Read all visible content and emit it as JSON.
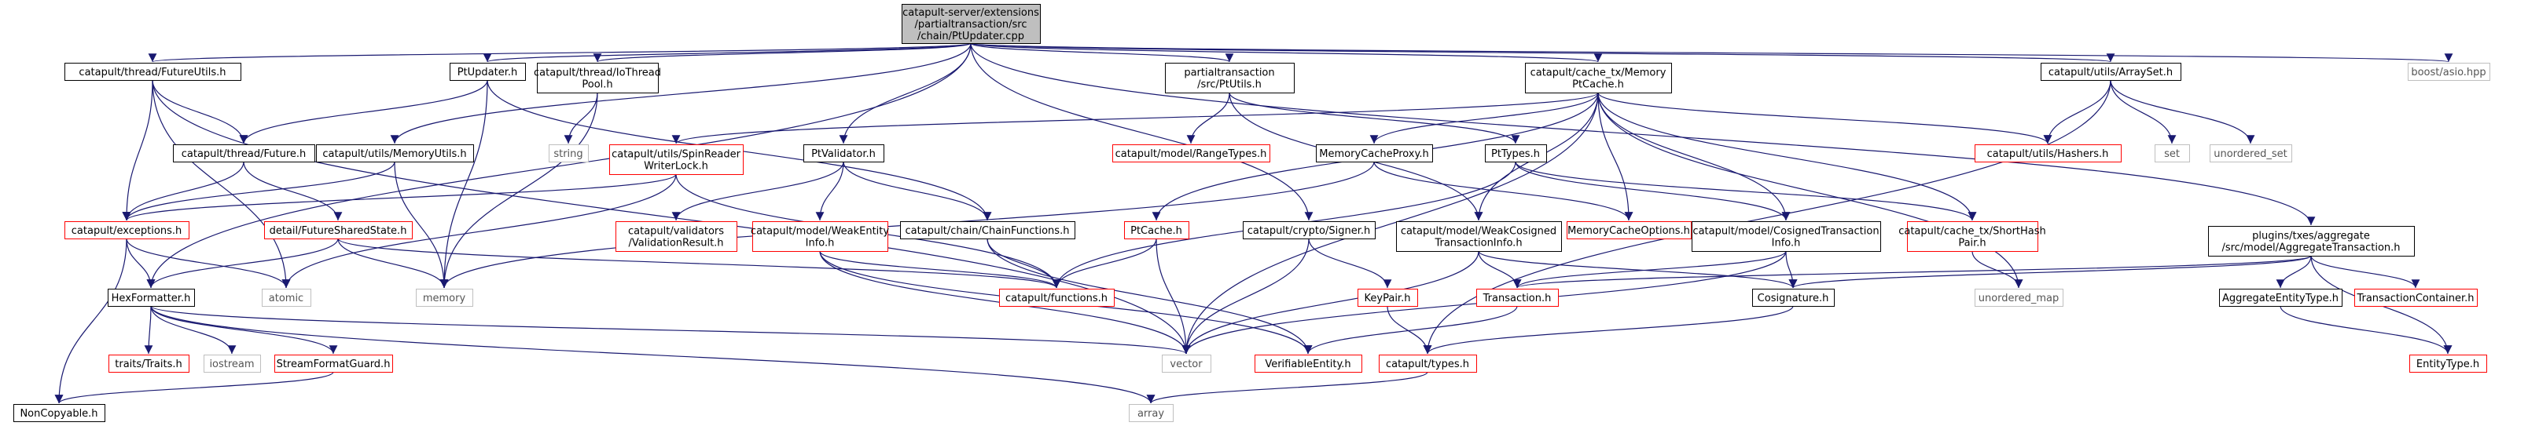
{
  "diagram": {
    "colors": {
      "root_fill": "#bfbfbf",
      "node_border_black": "#000000",
      "node_border_red": "#ff0000",
      "node_border_gray": "#bfbfbf",
      "edge": "#191970"
    },
    "nodes": [
      {
        "id": "root",
        "lines": [
          "catapult-server/extensions",
          "/partialtransaction/src",
          "/chain/PtUpdater.cpp"
        ],
        "style": "root"
      },
      {
        "id": "futureutils",
        "lines": [
          "catapult/thread/FutureUtils.h"
        ],
        "style": "black"
      },
      {
        "id": "ptupdater_h",
        "lines": [
          "PtUpdater.h"
        ],
        "style": "black"
      },
      {
        "id": "iothreadpool",
        "lines": [
          "catapult/thread/IoThread",
          "Pool.h"
        ],
        "style": "black"
      },
      {
        "id": "ptutils",
        "lines": [
          "partialtransaction",
          "/src/PtUtils.h"
        ],
        "style": "black"
      },
      {
        "id": "memptcache",
        "lines": [
          "catapult/cache_tx/Memory",
          "PtCache.h"
        ],
        "style": "black"
      },
      {
        "id": "arrayset",
        "lines": [
          "catapult/utils/ArraySet.h"
        ],
        "style": "black"
      },
      {
        "id": "boostasio",
        "lines": [
          "boost/asio.hpp"
        ],
        "style": "gray"
      },
      {
        "id": "future",
        "lines": [
          "catapult/thread/Future.h"
        ],
        "style": "black"
      },
      {
        "id": "memutils",
        "lines": [
          "catapult/utils/MemoryUtils.h"
        ],
        "style": "black"
      },
      {
        "id": "string",
        "lines": [
          "string"
        ],
        "style": "gray"
      },
      {
        "id": "rangetypes",
        "lines": [
          "catapult/model/RangeTypes.h"
        ],
        "style": "red"
      },
      {
        "id": "hashers",
        "lines": [
          "catapult/utils/Hashers.h"
        ],
        "style": "red"
      },
      {
        "id": "set",
        "lines": [
          "set"
        ],
        "style": "gray"
      },
      {
        "id": "unordered_set",
        "lines": [
          "unordered_set"
        ],
        "style": "gray"
      },
      {
        "id": "spinlock",
        "lines": [
          "catapult/utils/SpinReader",
          "WriterLock.h"
        ],
        "style": "red"
      },
      {
        "id": "ptvalidator",
        "lines": [
          "PtValidator.h"
        ],
        "style": "black"
      },
      {
        "id": "memcacheproxy",
        "lines": [
          "MemoryCacheProxy.h"
        ],
        "style": "black"
      },
      {
        "id": "pttypes",
        "lines": [
          "PtTypes.h"
        ],
        "style": "black"
      },
      {
        "id": "aggregatetx",
        "lines": [
          "plugins/txes/aggregate",
          "/src/model/AggregateTransaction.h"
        ],
        "style": "black"
      },
      {
        "id": "exceptions",
        "lines": [
          "catapult/exceptions.h"
        ],
        "style": "red"
      },
      {
        "id": "futuresharedstate",
        "lines": [
          "detail/FutureSharedState.h"
        ],
        "style": "red"
      },
      {
        "id": "validationresult",
        "lines": [
          "catapult/validators",
          "/ValidationResult.h"
        ],
        "style": "red"
      },
      {
        "id": "weakentityinfo",
        "lines": [
          "catapult/model/WeakEntity",
          "Info.h"
        ],
        "style": "red"
      },
      {
        "id": "chainfunctions",
        "lines": [
          "catapult/chain/ChainFunctions.h"
        ],
        "style": "black"
      },
      {
        "id": "signer",
        "lines": [
          "catapult/crypto/Signer.h"
        ],
        "style": "black"
      },
      {
        "id": "weakcosigned",
        "lines": [
          "catapult/model/WeakCosigned",
          "TransactionInfo.h"
        ],
        "style": "black"
      },
      {
        "id": "memcacheoptions",
        "lines": [
          "MemoryCacheOptions.h"
        ],
        "style": "red"
      },
      {
        "id": "ptcache",
        "lines": [
          "PtCache.h"
        ],
        "style": "red"
      },
      {
        "id": "cosignedtxinfo",
        "lines": [
          "catapult/model/CosignedTransaction",
          "Info.h"
        ],
        "style": "black"
      },
      {
        "id": "shorthashpair",
        "lines": [
          "catapult/cache_tx/ShortHash",
          "Pair.h"
        ],
        "style": "red"
      },
      {
        "id": "hexformatter",
        "lines": [
          "HexFormatter.h"
        ],
        "style": "black"
      },
      {
        "id": "atomic",
        "lines": [
          "atomic"
        ],
        "style": "gray"
      },
      {
        "id": "memory",
        "lines": [
          "memory"
        ],
        "style": "gray"
      },
      {
        "id": "functions",
        "lines": [
          "catapult/functions.h"
        ],
        "style": "red"
      },
      {
        "id": "keypair",
        "lines": [
          "KeyPair.h"
        ],
        "style": "red"
      },
      {
        "id": "transaction",
        "lines": [
          "Transaction.h"
        ],
        "style": "red"
      },
      {
        "id": "cosignature",
        "lines": [
          "Cosignature.h"
        ],
        "style": "black"
      },
      {
        "id": "unordered_map",
        "lines": [
          "unordered_map"
        ],
        "style": "gray"
      },
      {
        "id": "aggregateentitytype",
        "lines": [
          "AggregateEntityType.h"
        ],
        "style": "black"
      },
      {
        "id": "transactioncontainer",
        "lines": [
          "TransactionContainer.h"
        ],
        "style": "red"
      },
      {
        "id": "traits",
        "lines": [
          "traits/Traits.h"
        ],
        "style": "red"
      },
      {
        "id": "iostream",
        "lines": [
          "iostream"
        ],
        "style": "gray"
      },
      {
        "id": "streamformatguard",
        "lines": [
          "StreamFormatGuard.h"
        ],
        "style": "red"
      },
      {
        "id": "vector",
        "lines": [
          "vector"
        ],
        "style": "gray"
      },
      {
        "id": "verifiableentity",
        "lines": [
          "VerifiableEntity.h"
        ],
        "style": "red"
      },
      {
        "id": "types",
        "lines": [
          "catapult/types.h"
        ],
        "style": "red"
      },
      {
        "id": "entitytype",
        "lines": [
          "EntityType.h"
        ],
        "style": "red"
      },
      {
        "id": "noncopyable",
        "lines": [
          "NonCopyable.h"
        ],
        "style": "black"
      },
      {
        "id": "array",
        "lines": [
          "array"
        ],
        "style": "gray"
      }
    ],
    "edges": [
      [
        "root",
        "futureutils"
      ],
      [
        "root",
        "ptupdater_h"
      ],
      [
        "root",
        "iothreadpool"
      ],
      [
        "root",
        "ptutils"
      ],
      [
        "root",
        "memptcache"
      ],
      [
        "root",
        "arrayset"
      ],
      [
        "root",
        "boostasio"
      ],
      [
        "root",
        "memutils"
      ],
      [
        "root",
        "ptvalidator"
      ],
      [
        "root",
        "aggregatetx"
      ],
      [
        "root",
        "hexformatter"
      ],
      [
        "root",
        "signer"
      ],
      [
        "futureutils",
        "future"
      ],
      [
        "futureutils",
        "exceptions"
      ],
      [
        "futureutils",
        "atomic"
      ],
      [
        "futureutils",
        "vector"
      ],
      [
        "ptupdater_h",
        "future"
      ],
      [
        "ptupdater_h",
        "memory"
      ],
      [
        "ptupdater_h",
        "chainfunctions"
      ],
      [
        "iothreadpool",
        "string"
      ],
      [
        "iothreadpool",
        "memory"
      ],
      [
        "ptutils",
        "rangetypes"
      ],
      [
        "ptutils",
        "pttypes"
      ],
      [
        "ptutils",
        "weakcosigned"
      ],
      [
        "memptcache",
        "spinlock"
      ],
      [
        "memptcache",
        "memcacheproxy"
      ],
      [
        "memptcache",
        "memcacheoptions"
      ],
      [
        "memptcache",
        "ptcache"
      ],
      [
        "memptcache",
        "cosignedtxinfo"
      ],
      [
        "memptcache",
        "shorthashpair"
      ],
      [
        "memptcache",
        "hashers"
      ],
      [
        "memptcache",
        "unordered_map"
      ],
      [
        "memptcache",
        "vector"
      ],
      [
        "memptcache",
        "weakcosigned"
      ],
      [
        "arrayset",
        "hashers"
      ],
      [
        "arrayset",
        "set"
      ],
      [
        "arrayset",
        "unordered_set"
      ],
      [
        "arrayset",
        "types"
      ],
      [
        "future",
        "futuresharedstate"
      ],
      [
        "future",
        "exceptions"
      ],
      [
        "memutils",
        "exceptions"
      ],
      [
        "memutils",
        "memory"
      ],
      [
        "spinlock",
        "exceptions"
      ],
      [
        "spinlock",
        "atomic"
      ],
      [
        "spinlock",
        "functions"
      ],
      [
        "ptvalidator",
        "validationresult"
      ],
      [
        "ptvalidator",
        "weakentityinfo"
      ],
      [
        "ptvalidator",
        "chainfunctions"
      ],
      [
        "memcacheproxy",
        "memcacheoptions"
      ],
      [
        "memcacheproxy",
        "memory"
      ],
      [
        "pttypes",
        "cosignedtxinfo"
      ],
      [
        "pttypes",
        "shorthashpair"
      ],
      [
        "pttypes",
        "functions"
      ],
      [
        "aggregatetx",
        "aggregateentitytype"
      ],
      [
        "aggregatetx",
        "transactioncontainer"
      ],
      [
        "aggregatetx",
        "cosignature"
      ],
      [
        "aggregatetx",
        "transaction"
      ],
      [
        "aggregatetx",
        "entitytype"
      ],
      [
        "exceptions",
        "hexformatter"
      ],
      [
        "exceptions",
        "noncopyable"
      ],
      [
        "exceptions",
        "atomic"
      ],
      [
        "futuresharedstate",
        "memory"
      ],
      [
        "futuresharedstate",
        "functions"
      ],
      [
        "futuresharedstate",
        "hexformatter"
      ],
      [
        "weakentityinfo",
        "verifiableentity"
      ],
      [
        "weakentityinfo",
        "functions"
      ],
      [
        "weakentityinfo",
        "vector"
      ],
      [
        "chainfunctions",
        "functions"
      ],
      [
        "chainfunctions",
        "verifiableentity"
      ],
      [
        "signer",
        "keypair"
      ],
      [
        "signer",
        "vector"
      ],
      [
        "weakcosigned",
        "transaction"
      ],
      [
        "weakcosigned",
        "cosignature"
      ],
      [
        "weakcosigned",
        "vector"
      ],
      [
        "ptcache",
        "functions"
      ],
      [
        "ptcache",
        "vector"
      ],
      [
        "cosignedtxinfo",
        "cosignature"
      ],
      [
        "cosignedtxinfo",
        "transaction"
      ],
      [
        "cosignedtxinfo",
        "vector"
      ],
      [
        "shorthashpair",
        "unordered_map"
      ],
      [
        "hexformatter",
        "traits"
      ],
      [
        "hexformatter",
        "iostream"
      ],
      [
        "hexformatter",
        "streamformatguard"
      ],
      [
        "hexformatter",
        "vector"
      ],
      [
        "hexformatter",
        "array"
      ],
      [
        "keypair",
        "types"
      ],
      [
        "transaction",
        "verifiableentity"
      ],
      [
        "cosignature",
        "types"
      ],
      [
        "aggregateentitytype",
        "entitytype"
      ],
      [
        "streamformatguard",
        "noncopyable"
      ],
      [
        "types",
        "array"
      ]
    ]
  }
}
